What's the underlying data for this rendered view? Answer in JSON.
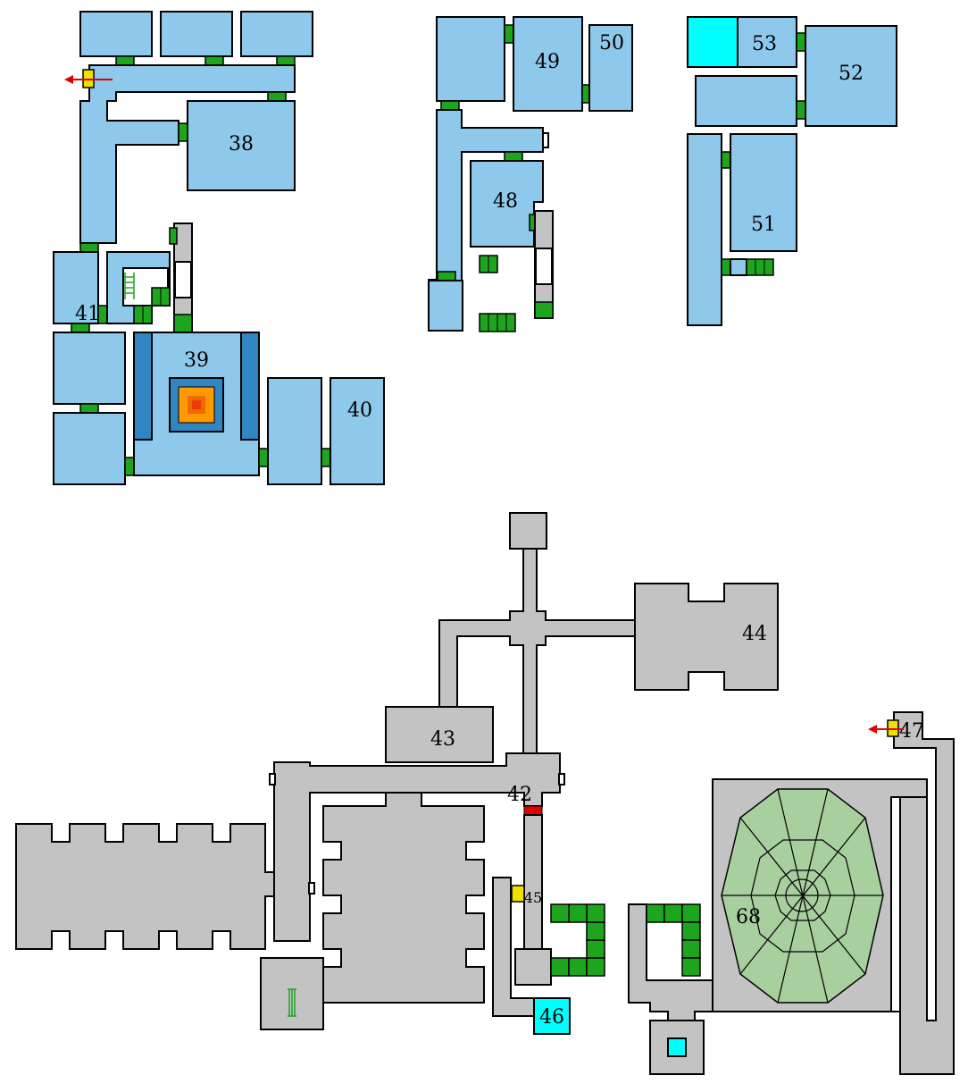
{
  "map": {
    "room_labels": {
      "r38": "38",
      "r39": "39",
      "r40": "40",
      "r41": "41",
      "r42": "42",
      "r43": "43",
      "r44": "44",
      "r45": "45",
      "r46": "46",
      "r47": "47",
      "r48": "48",
      "r49": "49",
      "r50": "50",
      "r51": "51",
      "r52": "52",
      "r53": "53",
      "r68": "68"
    },
    "colors": {
      "ice_room": "#8ec8ea",
      "deep_water": "#2f86c0",
      "stone_room": "#c3c3c3",
      "teleport_cyan": "#00ffff",
      "door_green": "#1ea51e",
      "lock_yellow": "#f0e000",
      "lava_orange": "#ff9900",
      "lava_red": "#e83c00",
      "web_green": "#a8cf9e",
      "exit_arrow_red": "#e00000"
    },
    "icons": [
      "exit-arrow-icon",
      "ladder-icon",
      "stairs-icon",
      "lava-pit-icon",
      "spider-web-icon",
      "locked-door-icon"
    ]
  }
}
